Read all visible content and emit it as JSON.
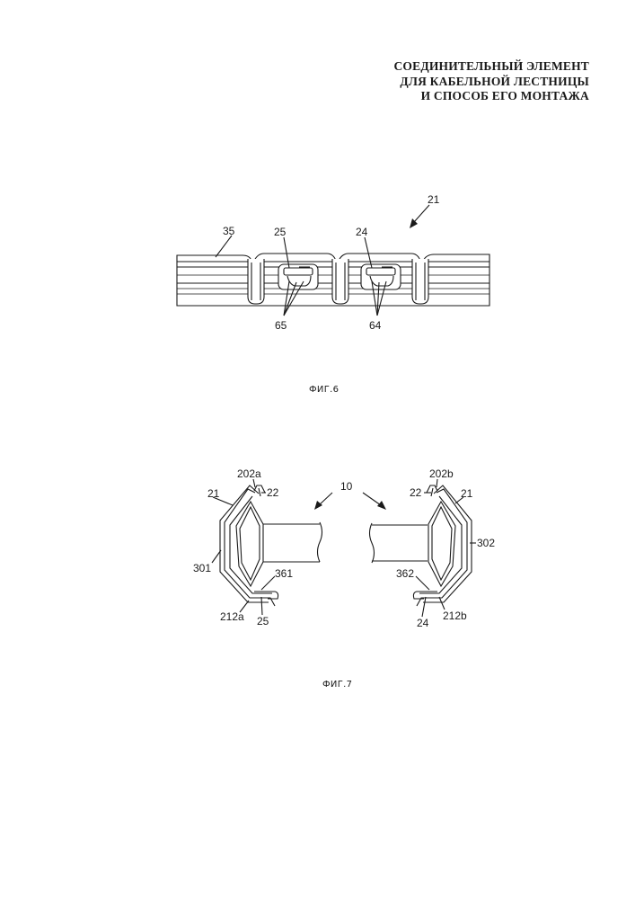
{
  "header": {
    "title_lines": [
      "СОЕДИНИТЕЛЬНЫЙ ЭЛЕМЕНТ",
      "ДЛЯ КАБЕЛЬНОЙ ЛЕСТНИЦЫ",
      "И СПОСОБ ЕГО МОНТАЖА"
    ]
  },
  "figures": {
    "fig6": {
      "caption": "ФИГ.6",
      "labels": {
        "part": "21",
        "rail": "35",
        "slot_left": "25",
        "slot_right": "24",
        "teeth_left": "65",
        "teeth_right": "64"
      }
    },
    "fig7": {
      "caption": "ФИГ.7",
      "labels": {
        "rung": "10",
        "left_part": "21",
        "left_top": "202a",
        "left_hook": "22",
        "left_wall": "301",
        "left_lip": "361",
        "left_bottom": "212a",
        "left_slot": "25",
        "right_part": "21",
        "right_top": "202b",
        "right_hook": "22",
        "right_wall": "302",
        "right_lip": "362",
        "right_bottom": "212b",
        "right_slot": "24"
      }
    }
  }
}
